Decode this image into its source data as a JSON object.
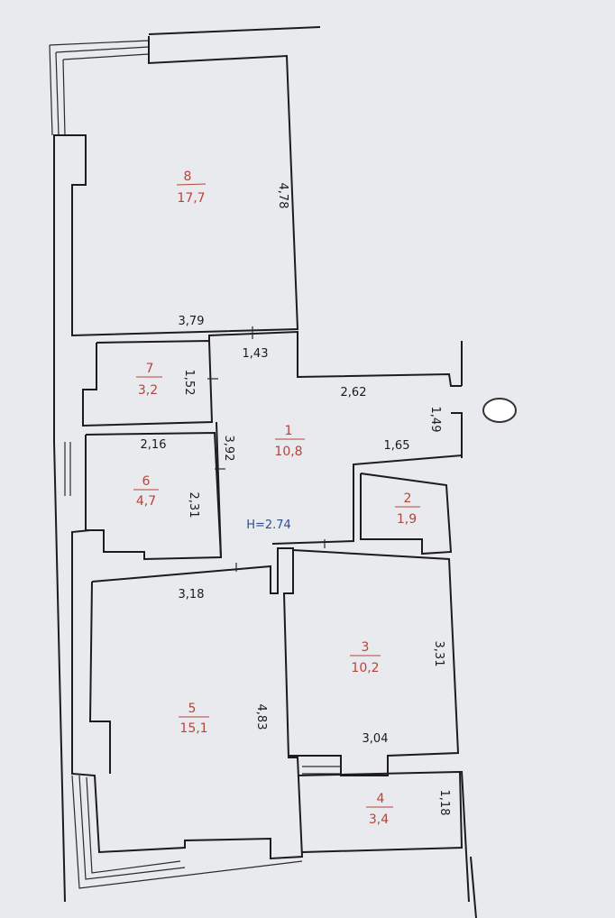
{
  "ceiling_height": "H=2.74",
  "rooms": [
    {
      "number": "8",
      "area": "17,7"
    },
    {
      "number": "7",
      "area": "3,2"
    },
    {
      "number": "6",
      "area": "4,7"
    },
    {
      "number": "5",
      "area": "15,1"
    },
    {
      "number": "1",
      "area": "10,8"
    },
    {
      "number": "2",
      "area": "1,9"
    },
    {
      "number": "3",
      "area": "10,2"
    },
    {
      "number": "4",
      "area": "3,4"
    }
  ],
  "dimensions": {
    "room8_side": "4,78",
    "room8_bottom": "3,79",
    "room1_top_left": "1,43",
    "room7_side": "1,52",
    "room1_top_right": "2,62",
    "entry_width": "1,49",
    "room6_top": "2,16",
    "room1_side": "3,92",
    "room1_right": "1,65",
    "room6_side": "2,31",
    "room5_top": "3,18",
    "room3_side": "3,31",
    "room5_side": "4,83",
    "room3_bottom": "3,04",
    "room4_side": "1,18"
  }
}
